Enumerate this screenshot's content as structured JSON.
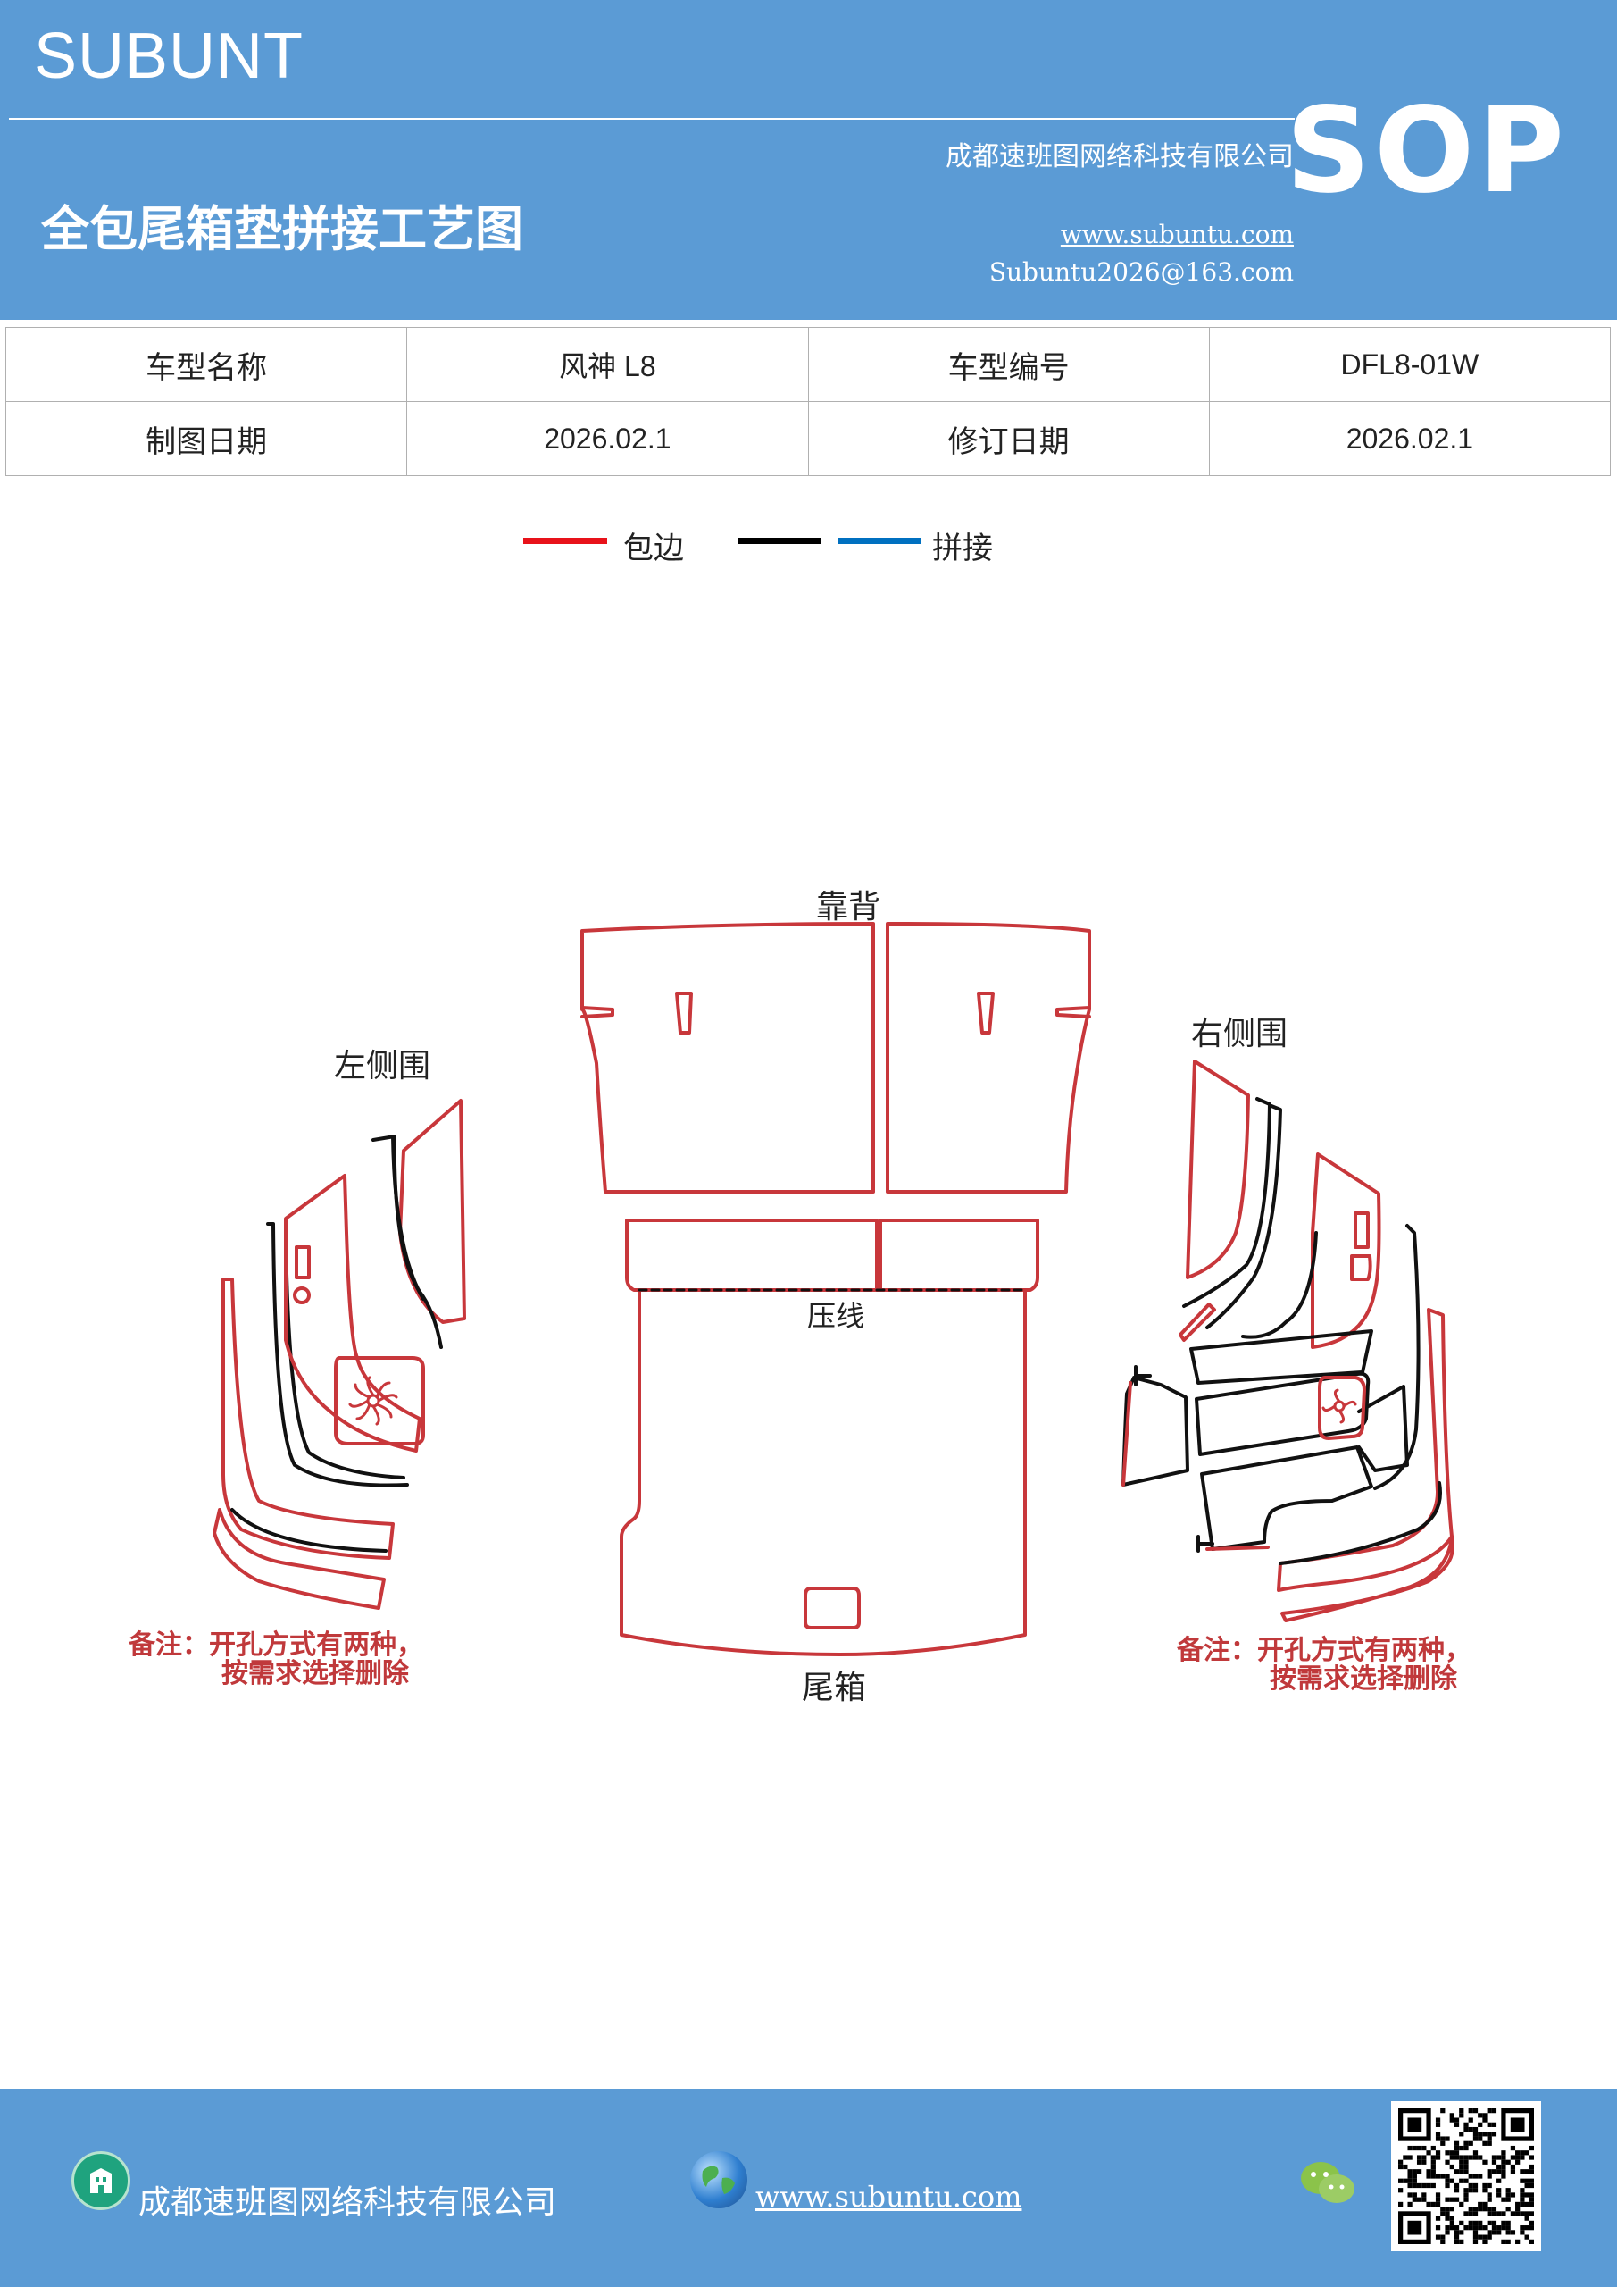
{
  "header": {
    "brand": "SUBUNT",
    "company": "成都速班图网络科技有限公司",
    "title": "全包尾箱垫拼接工艺图",
    "website": "www.subuntu.com",
    "email": "Subuntu2026@163.com",
    "badge": "SOP",
    "background_color": "#5b9bd5"
  },
  "info_table": {
    "rows": [
      [
        "车型名称",
        "风神 L8",
        "车型编号",
        "DFL8-01W"
      ],
      [
        "制图日期",
        "2026.02.1",
        "修订日期",
        "2026.02.1"
      ]
    ]
  },
  "legend": {
    "items": [
      {
        "color": "#e8121a",
        "label": "包边"
      },
      {
        "color": "#000000",
        "label": ""
      },
      {
        "color": "#0070c0",
        "label": "拼接"
      }
    ]
  },
  "drawing": {
    "labels": {
      "backrest": "靠背",
      "left_side": "左侧围",
      "right_side": "右侧围",
      "crease": "压线",
      "trunk": "尾箱"
    },
    "note_left": {
      "line1": "备注：开孔方式有两种，",
      "line2": "按需求选择删除"
    },
    "note_right": {
      "line1": "备注：开孔方式有两种，",
      "line2": "按需求选择删除"
    },
    "edge_color": "#c8373b",
    "seam_color": "#111111"
  },
  "footer": {
    "company": "成都速班图网络科技有限公司",
    "website": "www.subuntu.com"
  }
}
